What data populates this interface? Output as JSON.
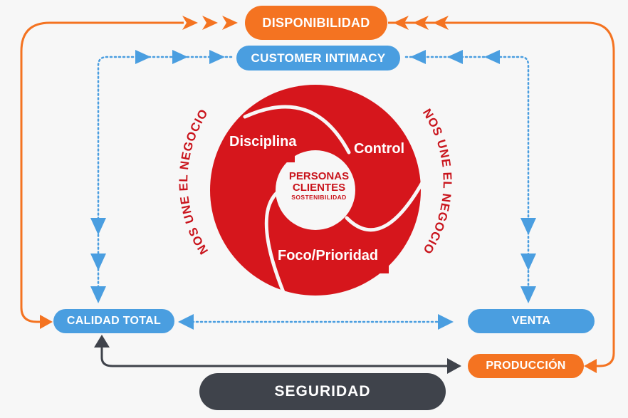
{
  "nodes": {
    "disponibilidad": "DISPONIBILIDAD",
    "customer_intimacy": "CUSTOMER INTIMACY",
    "calidad_total": "CALIDAD TOTAL",
    "venta": "VENTA",
    "produccion": "PRODUCCIÓN",
    "seguridad": "SEGURIDAD"
  },
  "wheel": {
    "segments": [
      "Disciplina",
      "Control",
      "Foco/Prioridad"
    ],
    "center": [
      "PERSONAS",
      "CLIENTES",
      "SOSTENIBILIDAD"
    ],
    "side_text_left": "NOS UNE EL NEGOCIO",
    "side_text_right": "NOS UNE EL NEGOCIO"
  },
  "colors": {
    "orange": "#f47321",
    "blue": "#4a9ee0",
    "red": "#d6161c",
    "dark": "#3f434b"
  }
}
